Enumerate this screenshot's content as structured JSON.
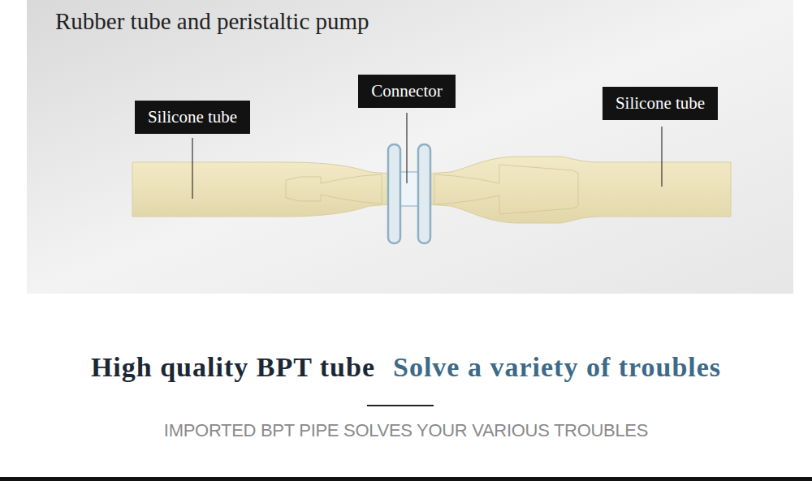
{
  "diagram": {
    "title": "Rubber tube and peristaltic pump",
    "nodes": [
      {
        "text": [
          "Silicone tube"
        ]
      },
      {
        "text": [
          "Connector"
        ]
      },
      {
        "text": [
          "Silicone tube"
        ]
      }
    ],
    "labels": [
      "High quality BPT tube",
      "Solve a variety of troubles",
      "IMPORTED BPT PIPE SOLVES YOUR VARIOUS TROUBLES"
    ]
  }
}
